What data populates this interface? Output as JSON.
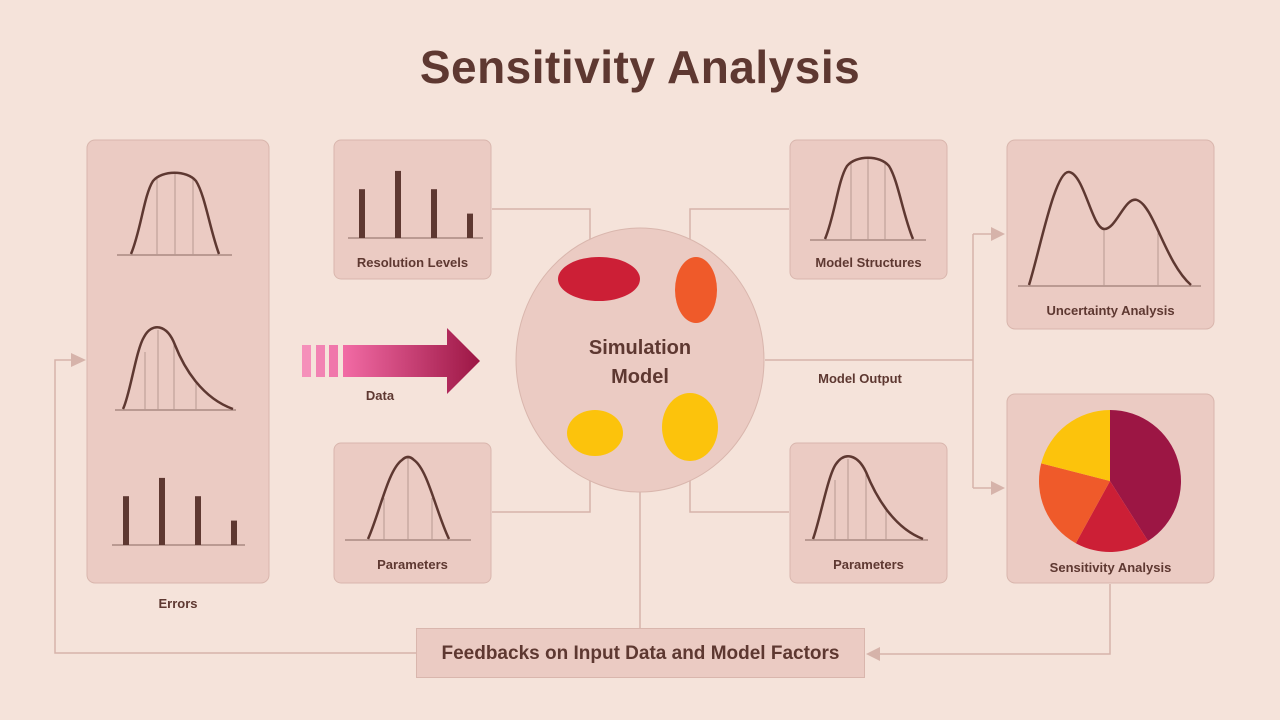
{
  "title": "Sensitivity Analysis",
  "labels": {
    "errors": "Errors",
    "data": "Data",
    "resolution_levels": "Resolution Levels",
    "parameters_left": "Parameters",
    "simulation_line1": "Simulation",
    "simulation_line2": "Model",
    "model_structures": "Model Structures",
    "parameters_right": "Parameters",
    "model_output": "Model Output",
    "uncertainty_analysis": "Uncertainty Analysis",
    "sensitivity_analysis": "Sensitivity Analysis",
    "feedback": "Feedbacks on Input Data and Model Factors"
  },
  "colors": {
    "background": "#f5e3da",
    "panel": "#ebcbc3",
    "panel_border": "#d9b6ad",
    "ink": "#5e3831",
    "crimson": "#cc1f36",
    "orange": "#ef5a2a",
    "yellow": "#fcc30c",
    "wine": "#9c1644",
    "pink": "#ee5a95"
  },
  "errors_bars": [
    4,
    5.5,
    4,
    2
  ],
  "resolution_bars": [
    4,
    5.5,
    4,
    2
  ],
  "pie_fractions": [
    0.41,
    0.17,
    0.21,
    0.21
  ]
}
